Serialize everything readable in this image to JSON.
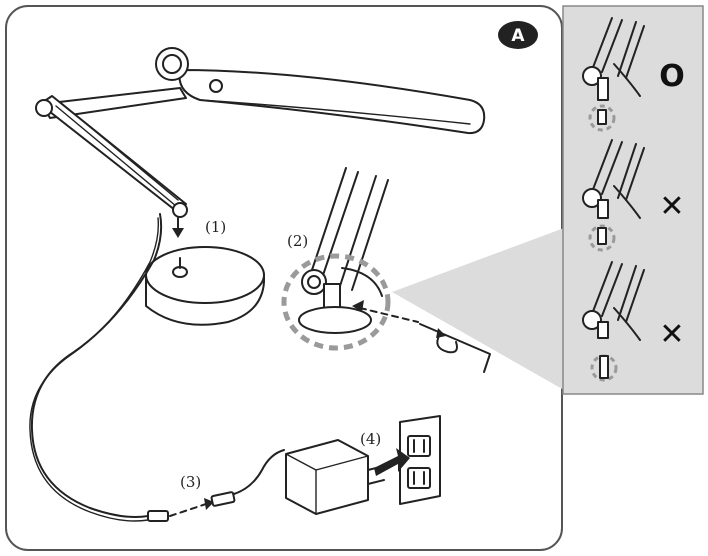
{
  "badge": "A",
  "steps": {
    "s1": "(1)",
    "s2": "(2)",
    "s3": "(3)",
    "s4": "(4)"
  },
  "panel": {
    "row1": "O",
    "row2": "✕",
    "row3": "✕"
  }
}
